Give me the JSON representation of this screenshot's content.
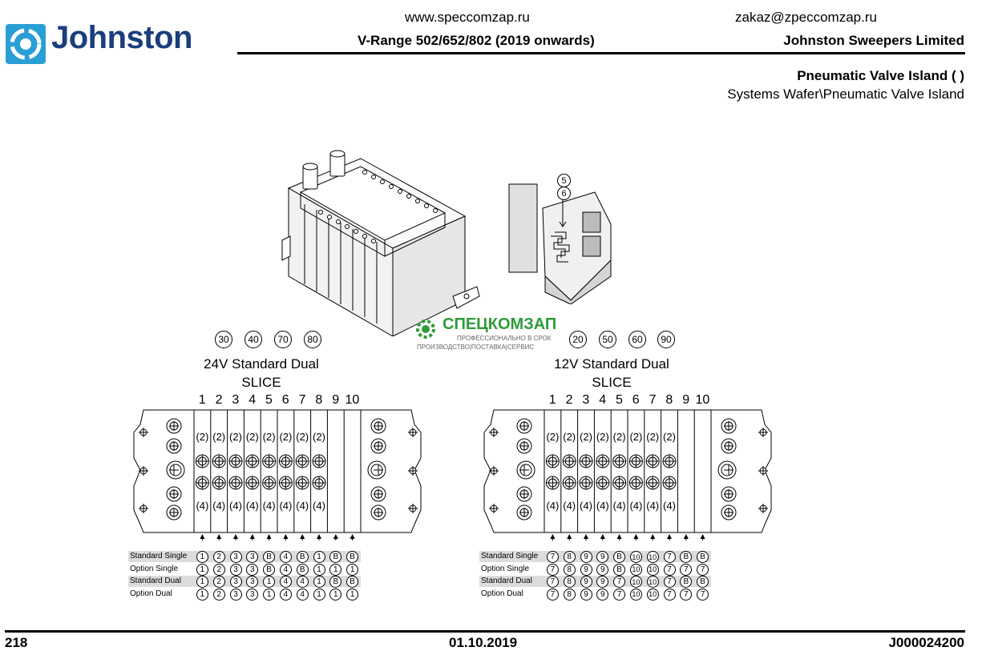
{
  "header": {
    "brand": "Johnston",
    "website": "www.speccomzap.ru",
    "email": "zakaz@zpeccomzap.ru",
    "model": "V-Range 502/652/802 (2019 onwards)",
    "company": "Johnston Sweepers Limited",
    "section_title": "Pneumatic Valve Island ( )",
    "breadcrumb": "Systems Wafer\\Pneumatic Valve Island"
  },
  "watermark": {
    "title": "СПЕЦКОМЗАП",
    "line1": "ПРОФЕССИОНАЛЬНО В СРОК",
    "line2": "ПРОИЗВОДСТВО|ПОСТАВКА|СЕРВИС"
  },
  "callouts": {
    "detail": [
      "5",
      "6"
    ],
    "left": [
      "30",
      "40",
      "70",
      "80"
    ],
    "right": [
      "20",
      "50",
      "60",
      "90"
    ]
  },
  "diagrams": [
    {
      "title": "24V Standard Dual",
      "subtitle": "SLICE",
      "slices": [
        "1",
        "2",
        "3",
        "4",
        "5",
        "6",
        "7",
        "8",
        "9",
        "10"
      ],
      "port_top": "(2)",
      "port_bottom": "(4)",
      "rows": [
        {
          "label": "Standard Single",
          "shaded": true,
          "values": [
            "1",
            "2",
            "3",
            "3",
            "B",
            "4",
            "B",
            "1",
            "B",
            "B"
          ]
        },
        {
          "label": "Option Single",
          "shaded": false,
          "values": [
            "1",
            "2",
            "3",
            "3",
            "B",
            "4",
            "B",
            "1",
            "1",
            "1"
          ]
        },
        {
          "label": "Standard Dual",
          "shaded": true,
          "values": [
            "1",
            "2",
            "3",
            "3",
            "1",
            "4",
            "4",
            "1",
            "B",
            "B"
          ]
        },
        {
          "label": "Option Dual",
          "shaded": false,
          "values": [
            "1",
            "2",
            "3",
            "3",
            "1",
            "4",
            "4",
            "1",
            "1",
            "1"
          ]
        }
      ]
    },
    {
      "title": "12V Standard Dual",
      "subtitle": "SLICE",
      "slices": [
        "1",
        "2",
        "3",
        "4",
        "5",
        "6",
        "7",
        "8",
        "9",
        "10"
      ],
      "port_top": "(2)",
      "port_bottom": "(4)",
      "rows": [
        {
          "label": "Standard Single",
          "shaded": true,
          "values": [
            "7",
            "8",
            "9",
            "9",
            "B",
            "10",
            "10",
            "7",
            "B",
            "B"
          ]
        },
        {
          "label": "Option Single",
          "shaded": false,
          "values": [
            "7",
            "8",
            "9",
            "9",
            "B",
            "10",
            "10",
            "7",
            "7",
            "7"
          ]
        },
        {
          "label": "Standard Dual",
          "shaded": true,
          "values": [
            "7",
            "8",
            "9",
            "9",
            "7",
            "10",
            "10",
            "7",
            "B",
            "B"
          ]
        },
        {
          "label": "Option Dual",
          "shaded": false,
          "values": [
            "7",
            "8",
            "9",
            "9",
            "7",
            "10",
            "10",
            "7",
            "7",
            "7"
          ]
        }
      ]
    }
  ],
  "footer": {
    "page": "218",
    "date": "01.10.2019",
    "doc_no": "J000024200"
  }
}
